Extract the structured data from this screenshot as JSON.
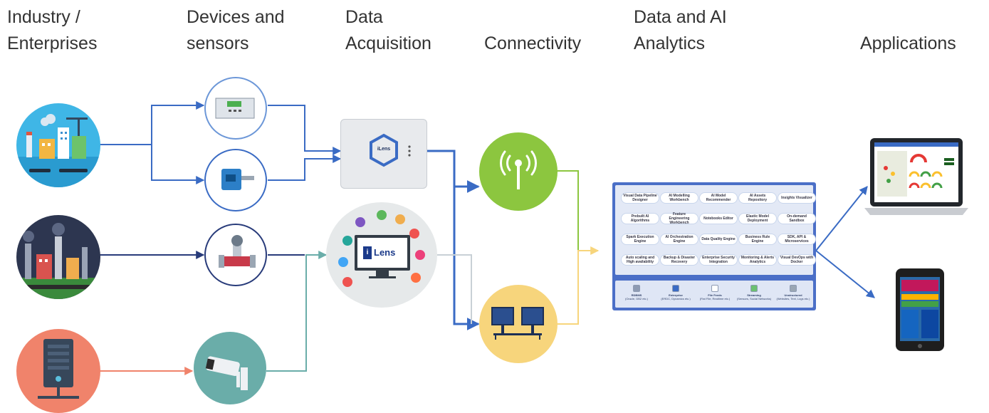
{
  "headers": {
    "industry": {
      "line1": "Industry /",
      "line2": "Enterprises"
    },
    "devices": {
      "line1": "Devices and",
      "line2": "sensors"
    },
    "acquisition": {
      "line1": "Data",
      "line2": "Acquisition"
    },
    "connectivity": {
      "line1": "Connectivity"
    },
    "analytics": {
      "line1": "Data and AI",
      "line2": "Analytics"
    },
    "applications": {
      "line1": "Applications"
    }
  },
  "gateway": {
    "brand": "iLens"
  },
  "ilens_hub": {
    "brand": "Lens",
    "badge": "i"
  },
  "platform": {
    "tiles": [
      [
        "Visual Data Pipeline Designer",
        "AI Modelling Workbench",
        "AI Model Recommender",
        "AI Assets Repository",
        "Insights Visualizer"
      ],
      [
        "Prebuilt AI Algorithms",
        "Feature Engineering Workbench",
        "Notebooks Editor",
        "Elastic Model Deployment",
        "On-demand Sandbox"
      ],
      [
        "Spark Execution Engine",
        "AI Orchestration Engine",
        "Data Quality Engine",
        "Business Rule Engine",
        "SDK, API & Microservices"
      ],
      [
        "Auto scaling and High availability",
        "Backup & Disaster Recovery",
        "Enterprise Security Integration",
        "Monitoring & Alerts Analytics",
        "Visual DevOps with Docker"
      ]
    ],
    "sources": [
      {
        "title": "RDBMS",
        "subtitle": "(Oracle, DB2 etc.)"
      },
      {
        "title": "Enterprise",
        "subtitle": "(ERDC, Dynamics etc.)"
      },
      {
        "title": "File Feeds",
        "subtitle": "(Flat File, Realtime etc.)"
      },
      {
        "title": "Streaming",
        "subtitle": "(Sensors, Social Networks)"
      },
      {
        "title": "Unstructured",
        "subtitle": "(Websites, Text, Logs etc.)"
      }
    ]
  },
  "colors": {
    "blue_dark": "#2e5fb5",
    "blue_light": "#6c97d8",
    "navy": "#283b7a",
    "teal": "#6aada9",
    "coral": "#f0836b",
    "green": "#8cc63f",
    "yellow": "#f7d57c",
    "platform_bg": "#4b6fc7"
  }
}
